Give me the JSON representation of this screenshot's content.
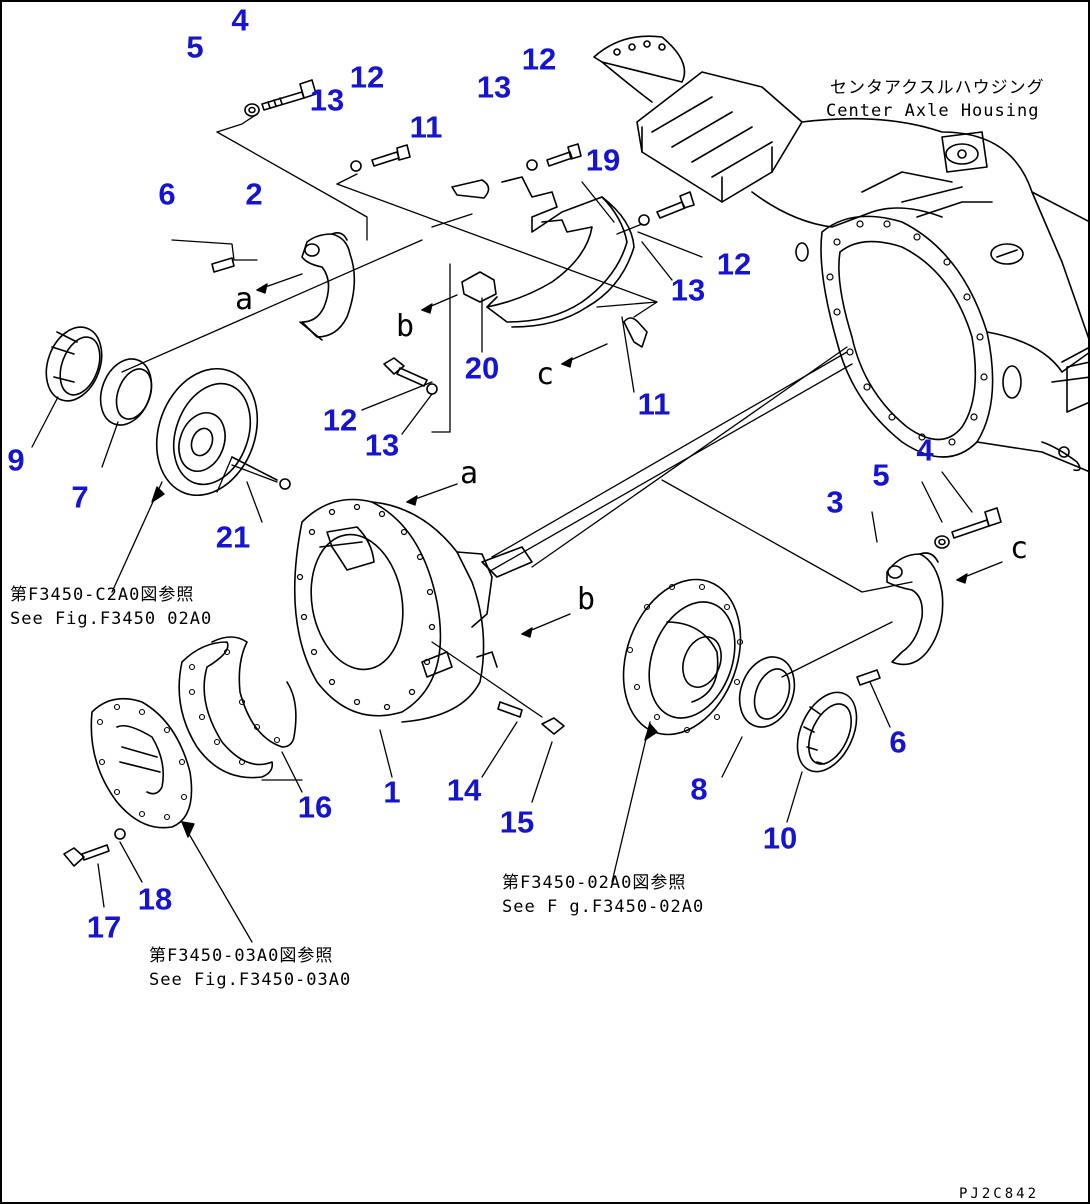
{
  "diagram": {
    "callouts": [
      {
        "id": "c5a",
        "label": "5"
      },
      {
        "id": "c4a",
        "label": "4"
      },
      {
        "id": "c13a",
        "label": "13"
      },
      {
        "id": "c12a",
        "label": "12"
      },
      {
        "id": "c11a",
        "label": "11"
      },
      {
        "id": "c13b",
        "label": "13"
      },
      {
        "id": "c12b",
        "label": "12"
      },
      {
        "id": "c19",
        "label": "19"
      },
      {
        "id": "c6a",
        "label": "6"
      },
      {
        "id": "c2",
        "label": "2"
      },
      {
        "id": "c12c",
        "label": "12"
      },
      {
        "id": "c13c",
        "label": "13"
      },
      {
        "id": "c20",
        "label": "20"
      },
      {
        "id": "c11b",
        "label": "11"
      },
      {
        "id": "c12d",
        "label": "12"
      },
      {
        "id": "c13d",
        "label": "13"
      },
      {
        "id": "c9",
        "label": "9"
      },
      {
        "id": "c7",
        "label": "7"
      },
      {
        "id": "c21",
        "label": "21"
      },
      {
        "id": "c4b",
        "label": "4"
      },
      {
        "id": "c5b",
        "label": "5"
      },
      {
        "id": "c3",
        "label": "3"
      },
      {
        "id": "c6b",
        "label": "6"
      },
      {
        "id": "c1",
        "label": "1"
      },
      {
        "id": "c14",
        "label": "14"
      },
      {
        "id": "c15",
        "label": "15"
      },
      {
        "id": "c16",
        "label": "16"
      },
      {
        "id": "c8",
        "label": "8"
      },
      {
        "id": "c10",
        "label": "10"
      },
      {
        "id": "c17",
        "label": "17"
      },
      {
        "id": "c18",
        "label": "18"
      }
    ],
    "letters": {
      "a1": "a",
      "b1": "b",
      "c1": "c",
      "a2": "a",
      "b2": "b",
      "c2": "c"
    },
    "notes": {
      "housing_jp": "センタアクスルハウジング",
      "housing_en": "Center Axle Housing",
      "ref1_jp": "第F3450-C2A0図参照",
      "ref1_en": "See Fig.F3450 02A0",
      "ref2_jp": "第F3450-02A0図参照",
      "ref2_en": "See F g.F3450-02A0",
      "ref3_jp": "第F3450-03A0図参照",
      "ref3_en": "See Fig.F3450-03A0"
    },
    "drawing_code": "PJ2C842",
    "colors": {
      "callout": "#1414d2",
      "line": "#000000",
      "background": "#ffffff"
    }
  }
}
